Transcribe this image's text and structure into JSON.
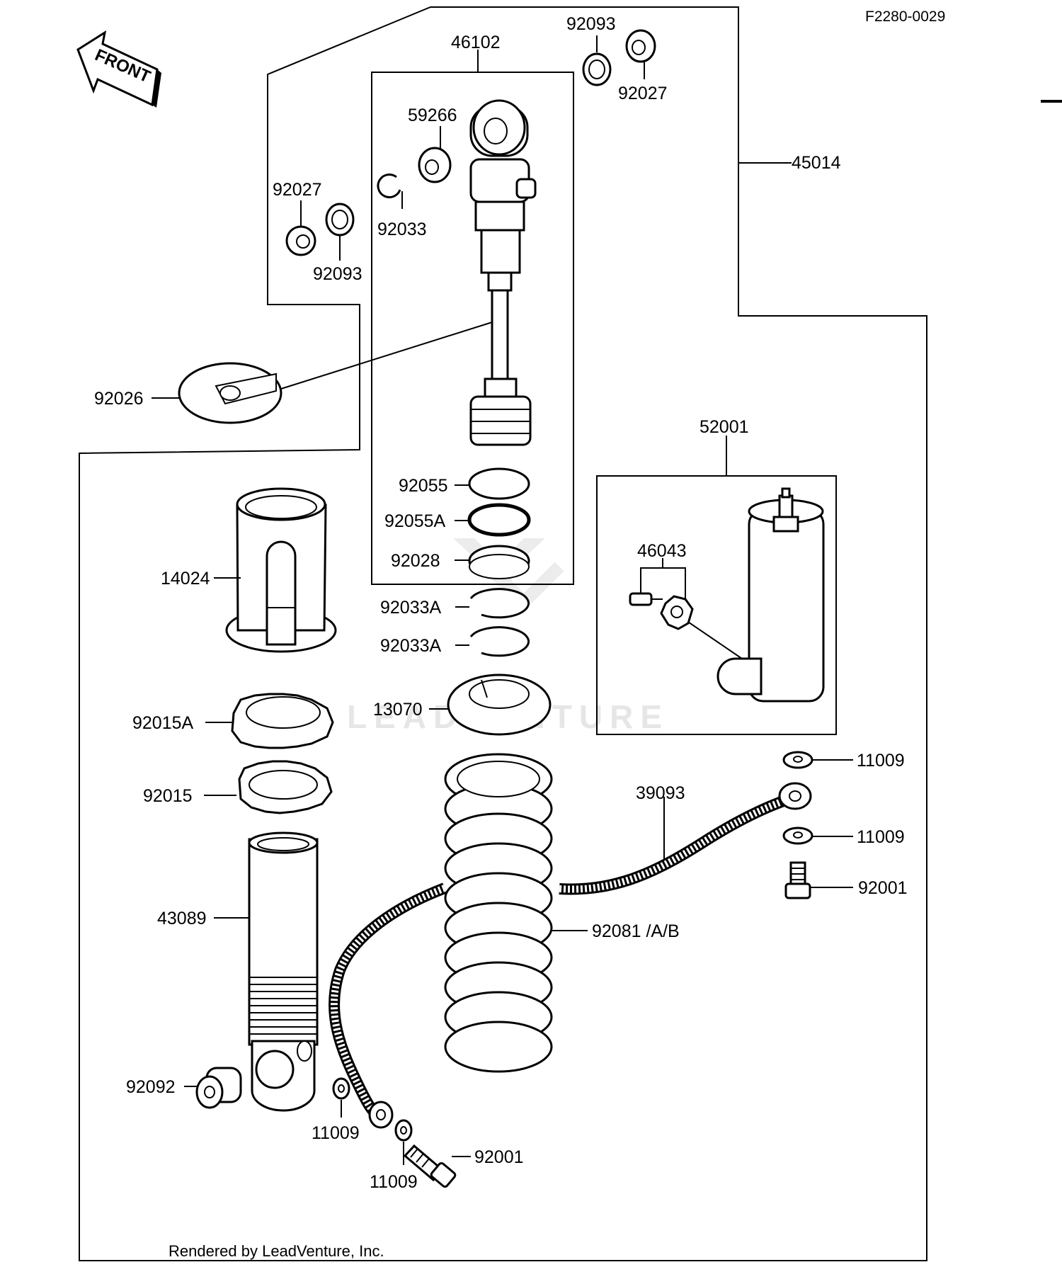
{
  "figure_id": "F2280-0029",
  "front_label": "FRONT",
  "credit": "Rendered by LeadVenture, Inc.",
  "watermark": "LEADVENTURE",
  "icons": [
    "front-arrow-icon",
    "watermark-logo-icon"
  ],
  "callouts": [
    {
      "id": "c-92093-top",
      "text": "92093"
    },
    {
      "id": "c-46102",
      "text": "46102"
    },
    {
      "id": "c-92027-top",
      "text": "92027"
    },
    {
      "id": "c-59266",
      "text": "59266"
    },
    {
      "id": "c-45014",
      "text": "45014"
    },
    {
      "id": "c-92027-left",
      "text": "92027"
    },
    {
      "id": "c-92033",
      "text": "92033"
    },
    {
      "id": "c-92093-left",
      "text": "92093"
    },
    {
      "id": "c-92026",
      "text": "92026"
    },
    {
      "id": "c-52001",
      "text": "52001"
    },
    {
      "id": "c-92055",
      "text": "92055"
    },
    {
      "id": "c-92055A",
      "text": "92055A"
    },
    {
      "id": "c-92028",
      "text": "92028"
    },
    {
      "id": "c-46043",
      "text": "46043"
    },
    {
      "id": "c-14024",
      "text": "14024"
    },
    {
      "id": "c-92033A-1",
      "text": "92033A"
    },
    {
      "id": "c-92033A-2",
      "text": "92033A"
    },
    {
      "id": "c-13070",
      "text": "13070"
    },
    {
      "id": "c-92015A",
      "text": "92015A"
    },
    {
      "id": "c-11009-r1",
      "text": "11009"
    },
    {
      "id": "c-39093",
      "text": "39093"
    },
    {
      "id": "c-92015",
      "text": "92015"
    },
    {
      "id": "c-11009-r2",
      "text": "11009"
    },
    {
      "id": "c-92001-r",
      "text": "92001"
    },
    {
      "id": "c-43089",
      "text": "43089"
    },
    {
      "id": "c-92081",
      "text": "92081 /A/B"
    },
    {
      "id": "c-92092",
      "text": "92092"
    },
    {
      "id": "c-11009-b1",
      "text": "11009"
    },
    {
      "id": "c-92001-b",
      "text": "92001"
    },
    {
      "id": "c-11009-b2",
      "text": "11009"
    }
  ]
}
